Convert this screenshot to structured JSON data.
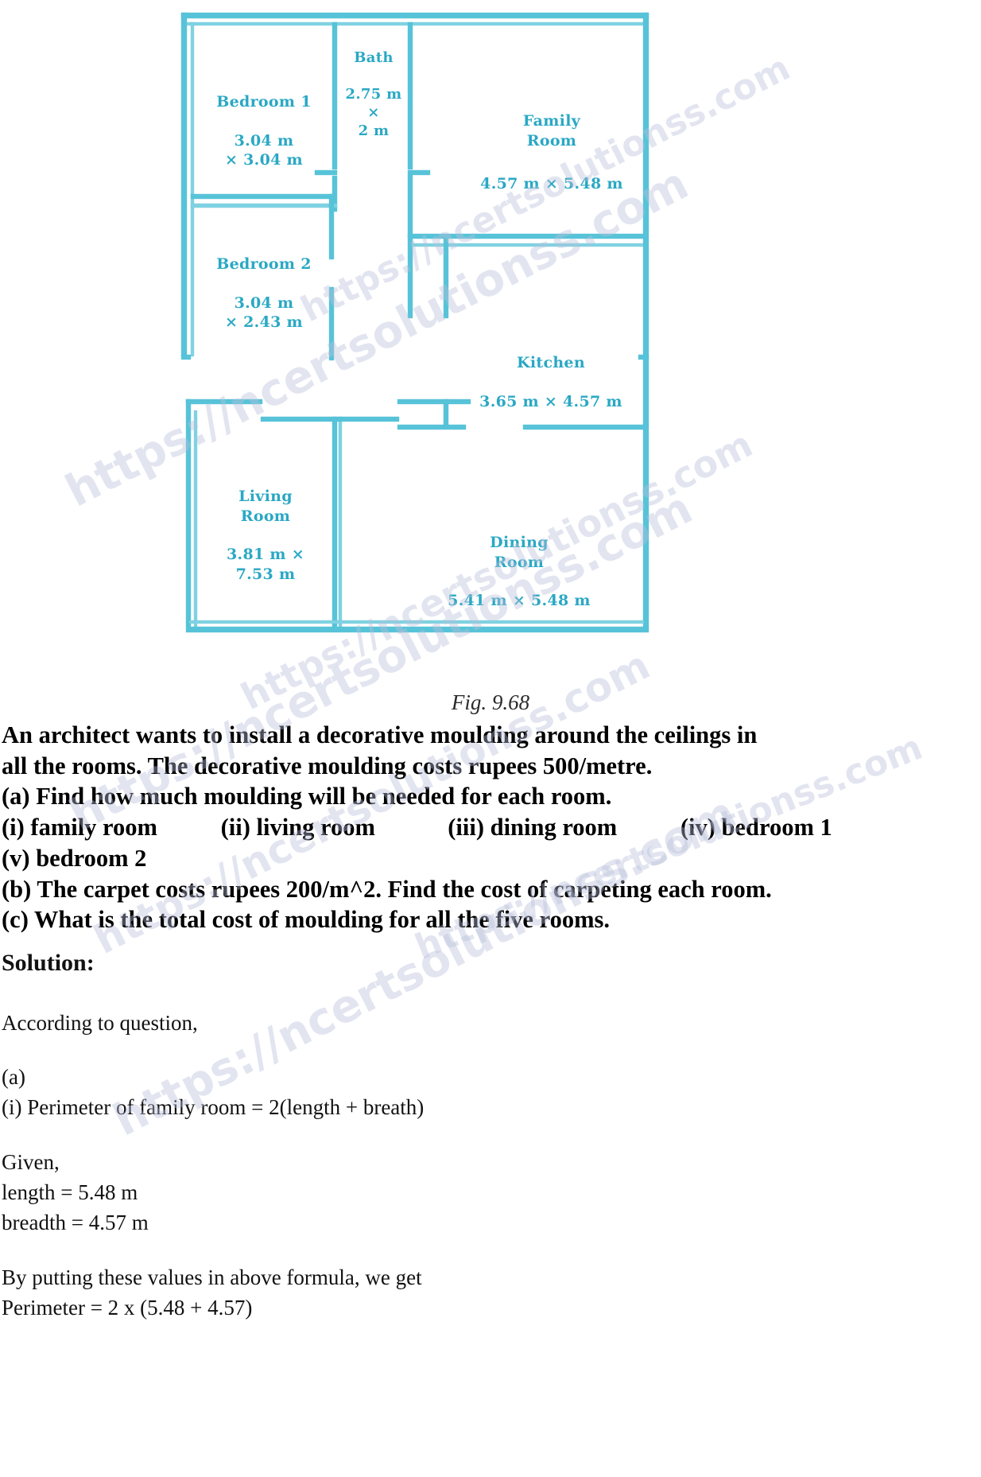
{
  "figure": {
    "caption": "Fig. 9.68",
    "line_color": "#57c3d8",
    "label_color": "#2aa8c4",
    "rooms": [
      {
        "id": "bedroom-1",
        "name": "Bedroom 1",
        "dimensions": "3.04 m\n× 3.04 m",
        "width_m": 3.04,
        "length_m": 3.04
      },
      {
        "id": "bath",
        "name": "Bath",
        "dimensions": "2.75 m\n×\n2 m",
        "width_m": 2.75,
        "length_m": 2
      },
      {
        "id": "family-room",
        "name": "Family\nRoom",
        "dimensions": "4.57 m × 5.48 m",
        "width_m": 4.57,
        "length_m": 5.48
      },
      {
        "id": "bedroom-2",
        "name": "Bedroom 2",
        "dimensions": "3.04 m\n× 2.43 m",
        "width_m": 3.04,
        "length_m": 2.43
      },
      {
        "id": "kitchen",
        "name": "Kitchen",
        "dimensions": "3.65 m × 4.57 m",
        "width_m": 3.65,
        "length_m": 4.57
      },
      {
        "id": "living-room",
        "name": "Living\nRoom",
        "dimensions": "3.81 m ×\n7.53 m",
        "width_m": 3.81,
        "length_m": 7.53
      },
      {
        "id": "dining-room",
        "name": "Dining\nRoom",
        "dimensions": "5.41 m × 5.48 m",
        "width_m": 5.41,
        "length_m": 5.48
      }
    ]
  },
  "question": {
    "line1": "An architect wants to install a decorative moulding around the ceilings in",
    "line2": "all the rooms. The decorative moulding costs rupees 500/metre.",
    "part_a": "(a) Find how much moulding will be needed for each room.",
    "items": [
      "(i) family room",
      "(ii) living room",
      "(iii) dining room",
      "(iv) bedroom 1",
      "(v) bedroom 2"
    ],
    "part_b": "(b) The carpet costs rupees 200/m^2. Find the cost of carpeting each room.",
    "part_c": "(c) What is the total cost of moulding for all the five rooms."
  },
  "solution": {
    "heading": "Solution:",
    "intro": "According to question,",
    "part_label": "(a)",
    "step1": "(i) Perimeter of family room = 2(length + breath)",
    "given_label": "Given,",
    "given_length": "length = 5.48 m",
    "given_breadth": "breadth = 4.57 m",
    "formula_intro": "By putting these values in above formula, we get",
    "formula_line": "Perimeter = 2 x (5.48 + 4.57)"
  },
  "watermarks": {
    "w1": "https://ncertsolutionss.com",
    "w2": "https://ncertsolutionss.com",
    "w3": "https://ncertsolutionss.com",
    "w4": "https://ncertsolutionss.com",
    "w5": "https://ncertsolutionss.com",
    "w6": "https://ncertsolutionss.com",
    "w7": "https://ncertsolutionss.com"
  }
}
